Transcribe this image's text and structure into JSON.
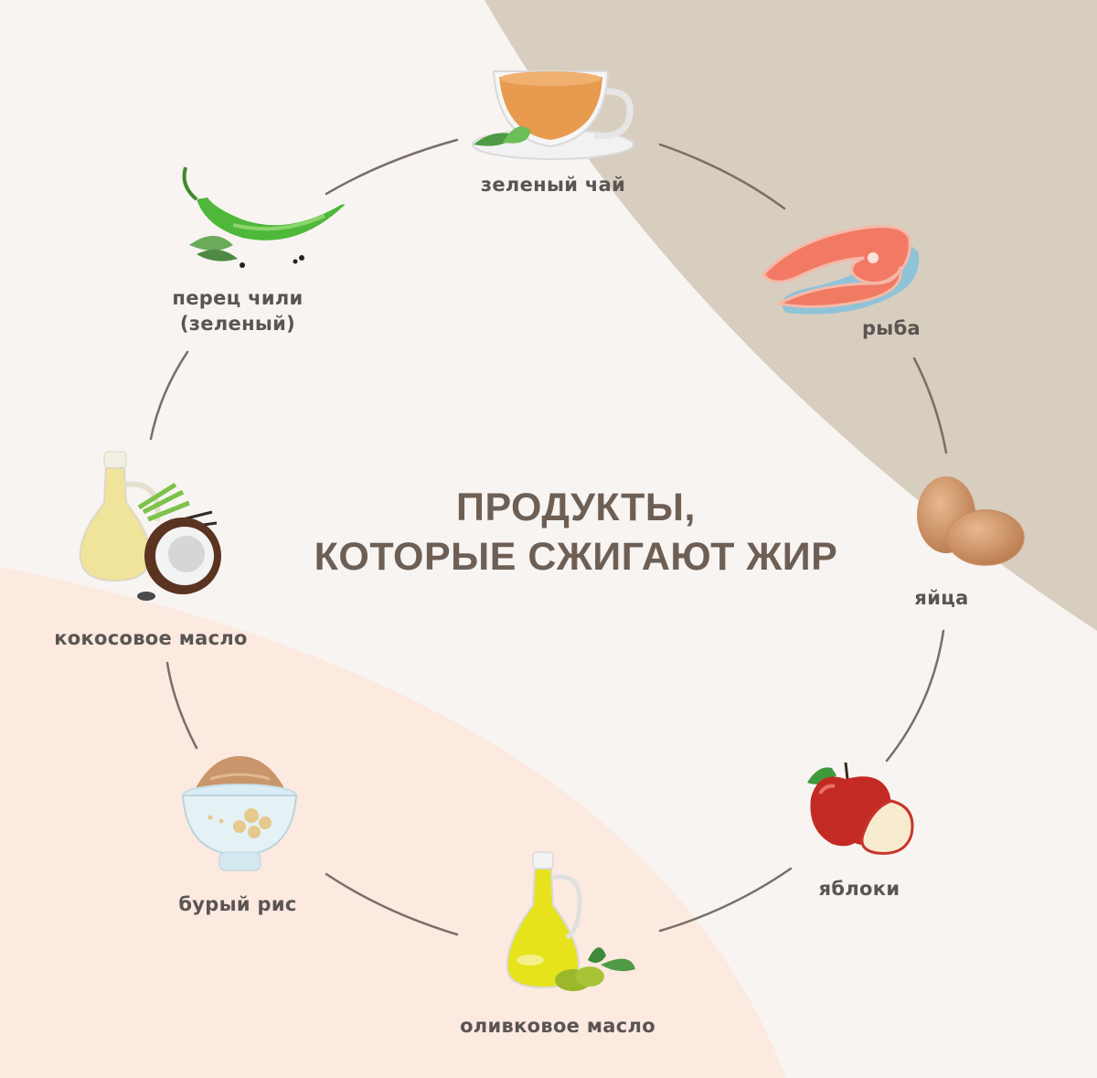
{
  "title": {
    "line1": "ПРОДУКТЫ,",
    "line2": "КОТОРЫЕ СЖИГАЮТ ЖИР"
  },
  "colors": {
    "background": "#f8f4f2",
    "top_right_region": "#d8cebf",
    "bottom_left_region": "#fce9e0",
    "title_text": "#6e5f55",
    "label_text": "#5a5552",
    "connector_lines": "#7a6e68"
  },
  "items": [
    {
      "id": "green-tea",
      "label": "зеленый чай",
      "icon": "tea-cup-icon"
    },
    {
      "id": "fish",
      "label": "рыба",
      "icon": "salmon-steak-icon"
    },
    {
      "id": "eggs",
      "label": "яйца",
      "icon": "eggs-icon"
    },
    {
      "id": "apples",
      "label": "яблоки",
      "icon": "apple-icon"
    },
    {
      "id": "olive-oil",
      "label": "оливковое масло",
      "icon": "olive-oil-jug-icon"
    },
    {
      "id": "brown-rice",
      "label": "бурый рис",
      "icon": "rice-bowl-icon"
    },
    {
      "id": "coconut-oil",
      "label": "кокосовое масло",
      "icon": "coconut-oil-icon"
    },
    {
      "id": "chili",
      "label_line1": "перец чили",
      "label_line2": "(зеленый)",
      "icon": "green-chili-icon"
    }
  ]
}
